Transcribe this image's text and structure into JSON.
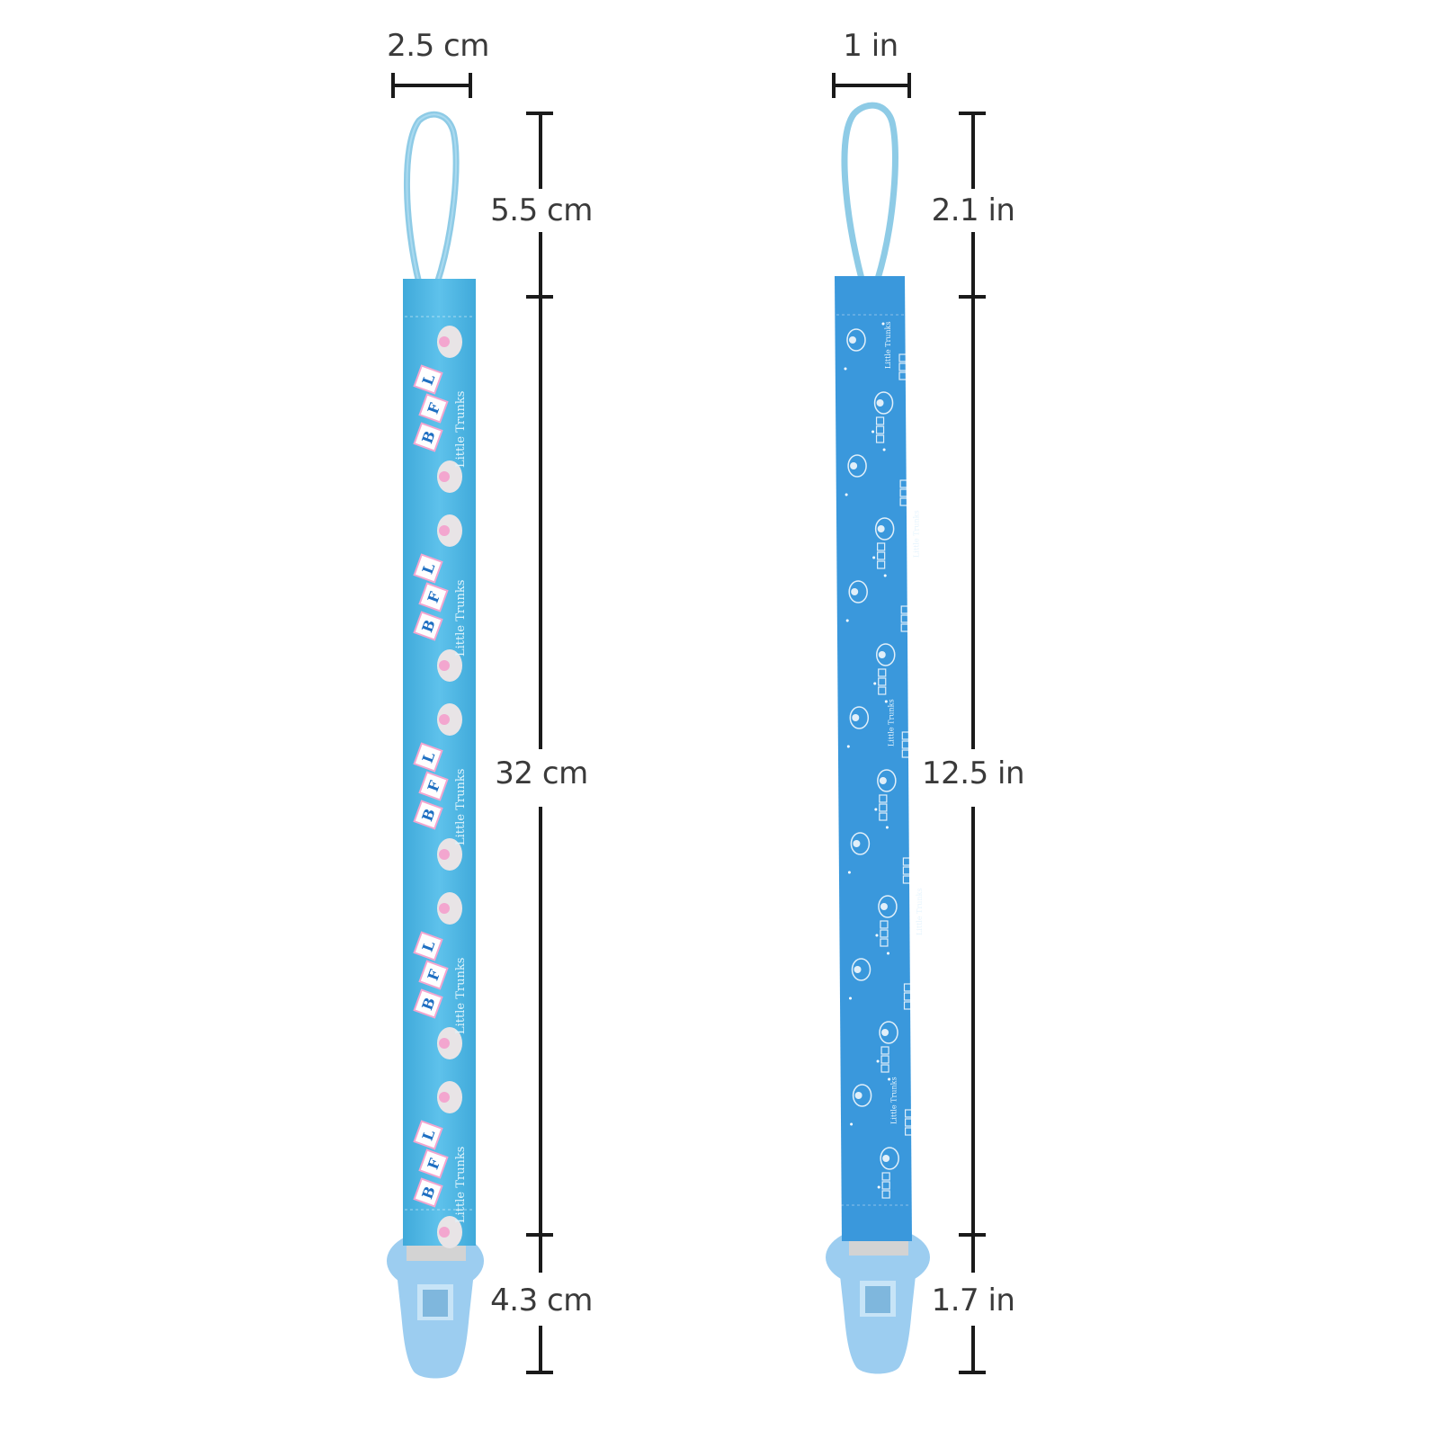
{
  "products": [
    {
      "name": "strap-left",
      "colors": {
        "ribbon": "#4cb8e6",
        "ribbon_dark": "#3ba6d6",
        "clip": "#9ccdf0",
        "loop": "#8ecbe6",
        "accent_pink": "#f3a6cf",
        "block_blue": "#1e6fc2"
      },
      "print_text": "Little Trunks",
      "block_letters": [
        "L",
        "F",
        "B"
      ]
    },
    {
      "name": "strap-right",
      "colors": {
        "ribbon": "#3a98dc",
        "ribbon_dark": "#2f86c8",
        "clip": "#9ccdf0",
        "loop": "#8ecbe6",
        "accent_pink": "#ffffff",
        "block_blue": "#ffffff"
      },
      "print_text": "Little Trunks",
      "block_letters": [
        "L",
        "F",
        "B"
      ]
    }
  ],
  "measurements": {
    "metric": {
      "width": "2.5 cm",
      "loop": "5.5 cm",
      "ribbon": "32 cm",
      "clip": "4.3 cm"
    },
    "imperial": {
      "width": "1 in",
      "loop": "2.1 in",
      "ribbon": "12.5 in",
      "clip": "1.7 in"
    }
  }
}
